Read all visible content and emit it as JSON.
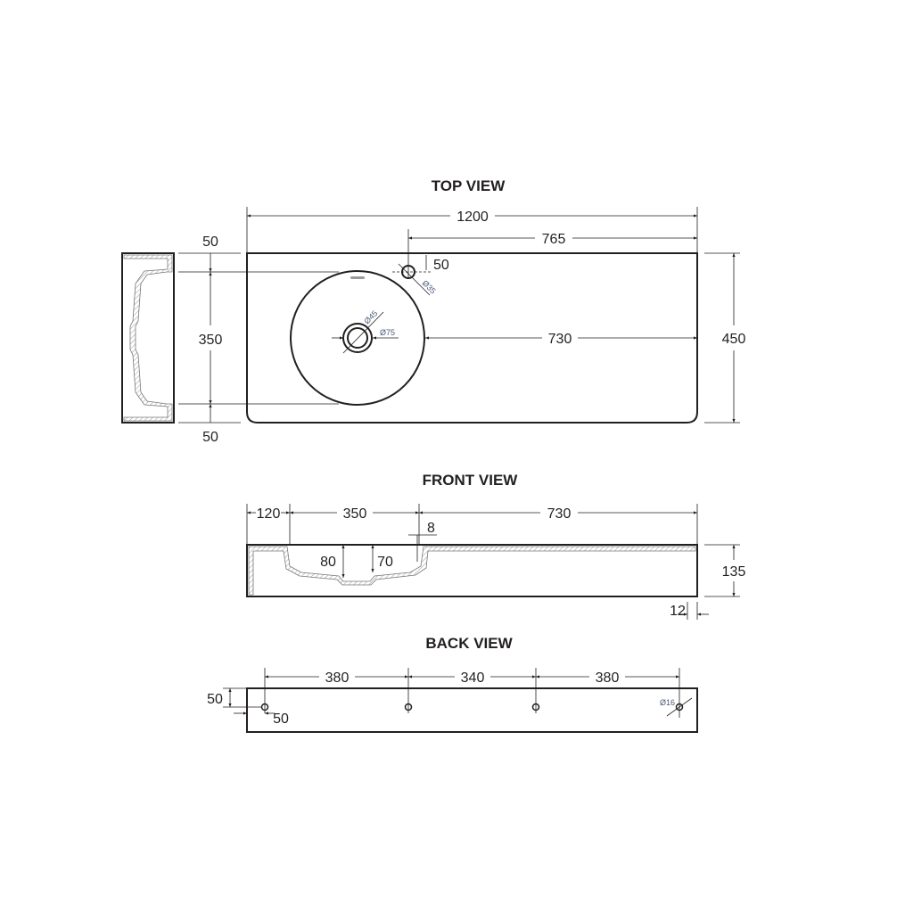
{
  "top_view": {
    "title": "TOP VIEW",
    "overall_length": "1200",
    "tap_offset": "765",
    "tap_from_edge": "50",
    "tap_diameter": "Ø35",
    "waste_inner_diameter": "Ø45",
    "waste_outer_diameter": "Ø75",
    "basin_to_edge": "730",
    "depth": "450",
    "side_top_margin": "50",
    "basin_diameter": "350",
    "side_bottom_margin": "50"
  },
  "front_view": {
    "title": "FRONT VIEW",
    "left_offset": "120",
    "basin_width": "350",
    "right_length": "730",
    "wall_thickness": "8",
    "outer_depth": "80",
    "inner_depth": "70",
    "height": "135",
    "edge_thickness": "12"
  },
  "back_view": {
    "title": "BACK VIEW",
    "spacing_1": "380",
    "spacing_2": "340",
    "spacing_3": "380",
    "hole_from_top": "50",
    "hole_from_side": "50",
    "hole_diameter": "Ø16"
  }
}
